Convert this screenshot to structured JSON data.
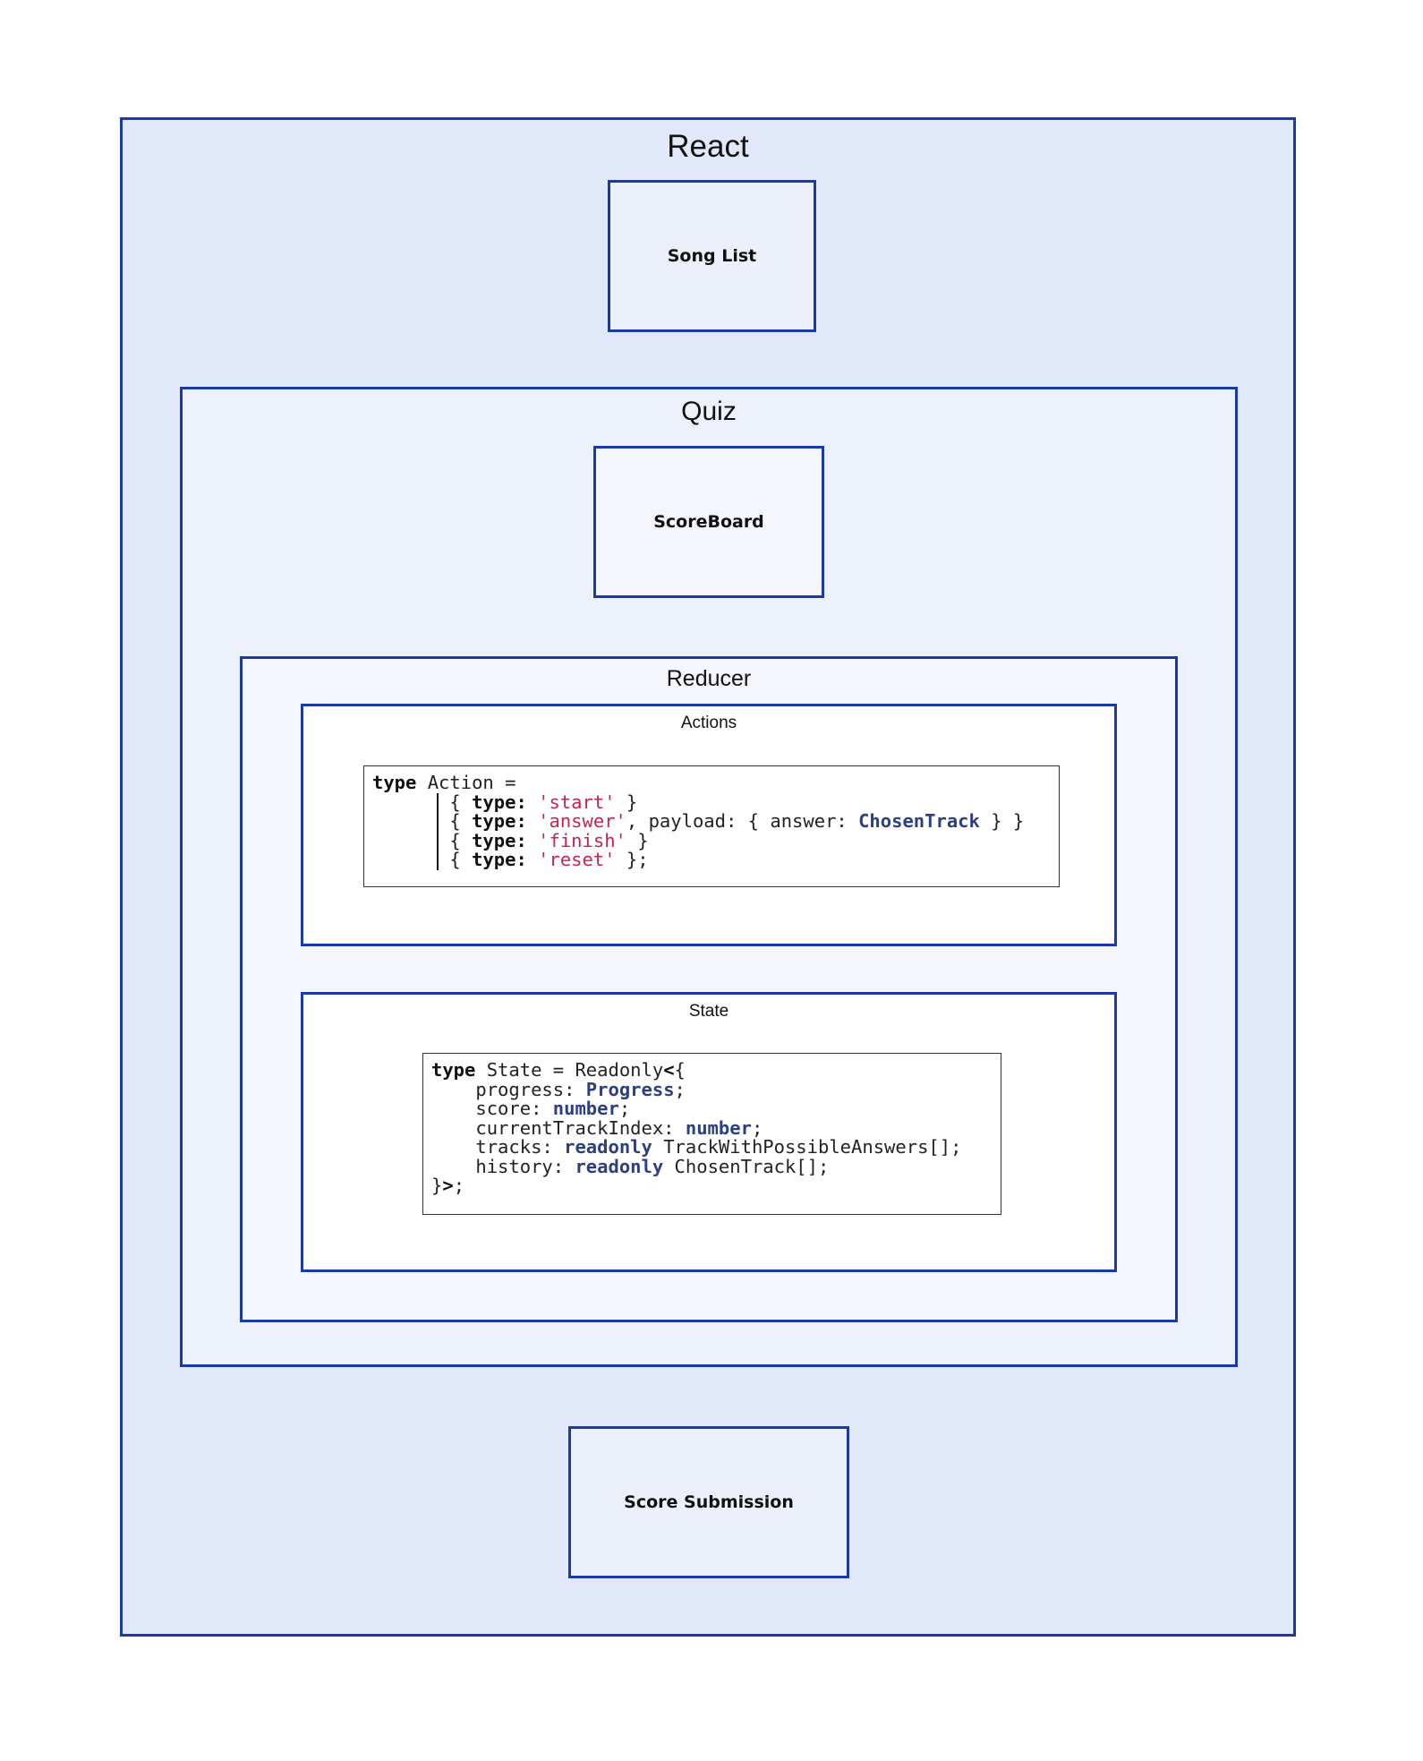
{
  "diagram": {
    "react": {
      "title": "React"
    },
    "song_list": {
      "label": "Song List"
    },
    "quiz": {
      "title": "Quiz"
    },
    "scoreboard": {
      "label": "ScoreBoard"
    },
    "reducer": {
      "title": "Reducer"
    },
    "actions": {
      "title": "Actions",
      "code_lines": [
        "type Action =",
        "      | { type: 'start' }",
        "      | { type: 'answer', payload: { answer: ChosenTrack } }",
        "      | { type: 'finish' }",
        "      | { type: 'reset' };"
      ]
    },
    "state": {
      "title": "State",
      "code_lines": [
        "type State = Readonly<{",
        "    progress: Progress;",
        "    score: number;",
        "    currentTrackIndex: number;",
        "    tracks: readonly TrackWithPossibleAnswers[];",
        "    history: readonly ChosenTrack[];",
        "}>;"
      ]
    },
    "score_submission": {
      "label": "Score Submission"
    }
  },
  "colors": {
    "border": "#1a3aa8",
    "react_fill": "#e1e8f9",
    "quiz_fill": "#edf1fb",
    "reducer_fill": "#f4f6fc",
    "string_literal": "#c8224f",
    "type_name": "#2c3f82"
  }
}
